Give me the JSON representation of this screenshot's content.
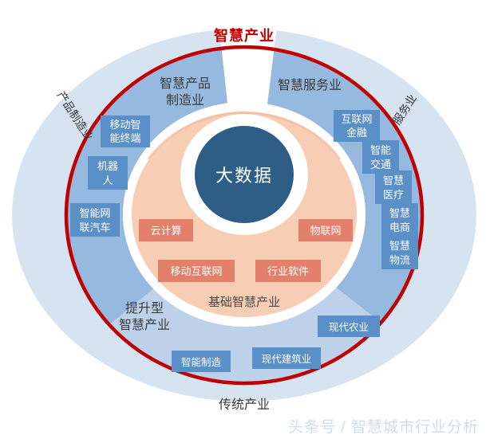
{
  "diagram": {
    "title": "智慧产业",
    "title_color": "#C00000",
    "center_label": "大数据",
    "base_ring_label": "基础智慧产业",
    "bottom_label": "传统产业",
    "colors": {
      "red_circle": "#C00000",
      "outer_ring": "#D6E3F0",
      "mid_ring": "#8CB3DC",
      "inner_ellipse": "#F7CDB4",
      "white_gap": "#FFFFFF",
      "center_circle": "#2E5D85",
      "blue_box": "#5B8FC7",
      "coral_box": "#E2806B",
      "watermark": "#D3DCE6"
    },
    "sectors": [
      {
        "name": "smart-product-manufacturing",
        "label": "智慧产品制造业"
      },
      {
        "name": "smart-service-industry",
        "label": "智慧服务业"
      },
      {
        "name": "upgrading-smart-industry",
        "label": "提升型\n智慧产业"
      }
    ],
    "outer_rotated_labels": [
      {
        "name": "product-manufacturing",
        "label": "产品制造业"
      },
      {
        "name": "service-industry",
        "label": "服务业"
      }
    ],
    "left_boxes": [
      {
        "name": "mobile-smart-terminal",
        "lines": [
          "移动智",
          "能终端"
        ]
      },
      {
        "name": "robot",
        "lines": [
          "机器",
          "人"
        ]
      },
      {
        "name": "intelligent-connected-vehicle",
        "lines": [
          "智能网",
          "联汽车"
        ]
      }
    ],
    "right_boxes": [
      {
        "name": "internet-finance",
        "lines": [
          "互联网",
          "金融"
        ]
      },
      {
        "name": "smart-transportation",
        "lines": [
          "智能",
          "交通"
        ]
      },
      {
        "name": "smart-healthcare",
        "lines": [
          "智慧",
          "医疗"
        ]
      },
      {
        "name": "smart-ecommerce",
        "lines": [
          "智慧",
          "电商"
        ]
      },
      {
        "name": "smart-logistics",
        "lines": [
          "智慧",
          "物流"
        ]
      }
    ],
    "bottom_boxes": [
      {
        "name": "intelligent-manufacturing",
        "label": "智能制造"
      },
      {
        "name": "modern-construction",
        "label": "现代建筑业"
      },
      {
        "name": "modern-agriculture",
        "label": "现代农业"
      }
    ],
    "core_boxes": [
      {
        "name": "cloud-computing",
        "label": "云计算"
      },
      {
        "name": "internet-of-things",
        "label": "物联网"
      },
      {
        "name": "mobile-internet",
        "label": "移动互联网"
      },
      {
        "name": "industry-software",
        "label": "行业软件"
      }
    ],
    "watermark": "头条号 / 智慧城市行业分析"
  }
}
